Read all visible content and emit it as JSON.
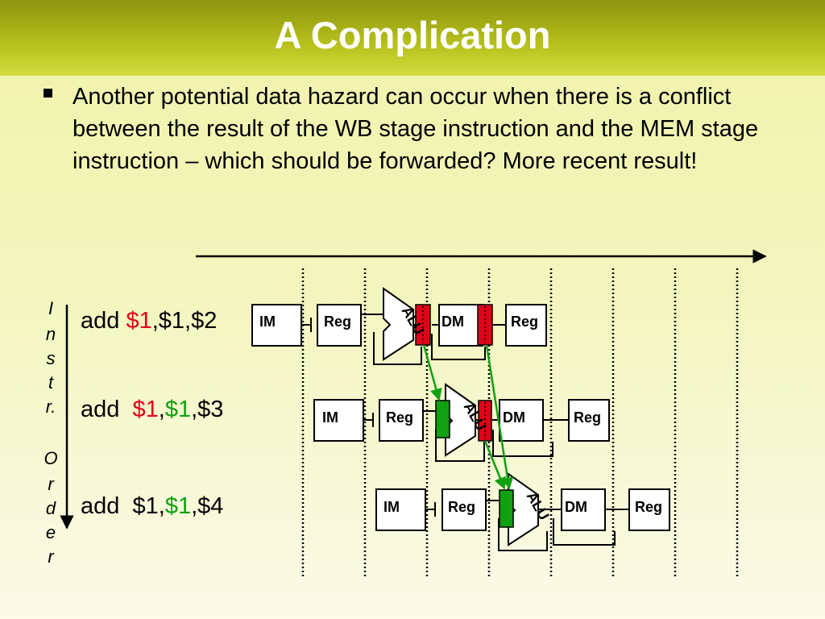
{
  "slide": {
    "title": "A Complication",
    "bullet": "Another potential data hazard can occur when there is a conflict between the result of the WB stage instruction and the MEM stage instruction – which should be forwarded? More recent result!"
  },
  "axis": {
    "letters": [
      "I",
      "n",
      "s",
      "t",
      "r.",
      "O",
      "r",
      "d",
      "e",
      "r"
    ]
  },
  "instructions": [
    {
      "op": "add ",
      "r1": "$1",
      "sep1": ",",
      "r2": "$1",
      "sep2": ",",
      "r3": "$2"
    },
    {
      "op": "add  ",
      "r1": "$1",
      "sep1": ",",
      "r2": "$1",
      "sep2": ",",
      "r3": "$3"
    },
    {
      "op": "add  ",
      "r1": "$1",
      "sep1": ",",
      "r2": "$1",
      "sep2": ",",
      "r3": "$4"
    }
  ],
  "stages": {
    "im": "IM",
    "reg": "Reg",
    "alu": "ALU",
    "dm": "DM",
    "wb": "Reg"
  },
  "colors": {
    "hazard": "#e0001a",
    "forward": "#10a010"
  }
}
